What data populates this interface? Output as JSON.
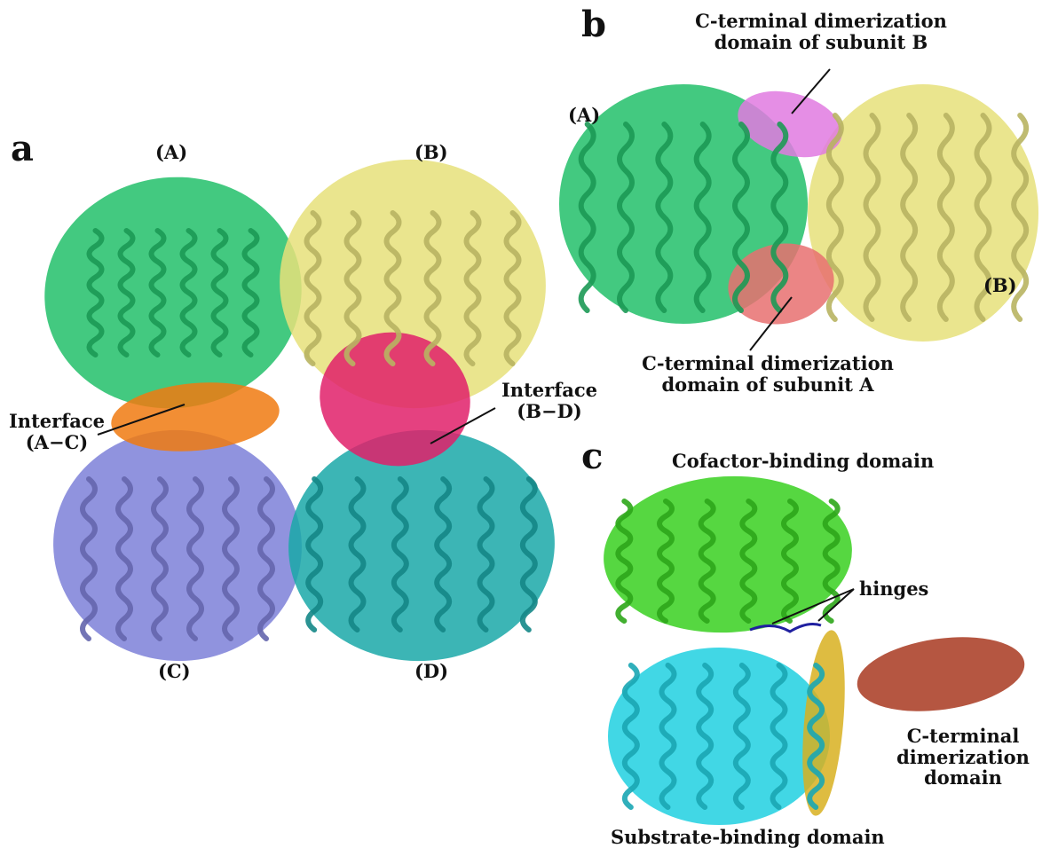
{
  "panels": {
    "a": {
      "letter": "a",
      "subunits": [
        "(A)",
        "(B)",
        "(C)",
        "(D)"
      ],
      "interface_ac": [
        "Interface",
        "(A−C)"
      ],
      "interface_bd": [
        "Interface",
        "(B−D)"
      ]
    },
    "b": {
      "letter": "b",
      "subunits": [
        "(A)",
        "(B)"
      ],
      "cterm_b": [
        "C-terminal dimerization",
        "domain of subunit B"
      ],
      "cterm_a": [
        "C-terminal dimerization",
        "domain of subunit A"
      ]
    },
    "c": {
      "letter": "c",
      "cofactor": "Cofactor-binding domain",
      "hinges": "hinges",
      "cterm": [
        "C-terminal",
        "dimerization",
        "domain"
      ],
      "substrate": "Substrate-binding domain"
    }
  },
  "colors": {
    "subunit_a": "#22c06a",
    "subunit_b": "#e6e07a",
    "subunit_c": "#7d80d8",
    "subunit_d": "#1aa8a8",
    "interface_ac": "#f07a10",
    "interface_bd": "#e0206a",
    "cterm_b": "#e07ae0",
    "cterm_a": "#e87070",
    "cofactor": "#38d020",
    "substrate": "#20d0e0",
    "hinge_helix": "#d8b020",
    "cterm_domain": "#a83820",
    "hinge_loop": "#2020a0"
  }
}
